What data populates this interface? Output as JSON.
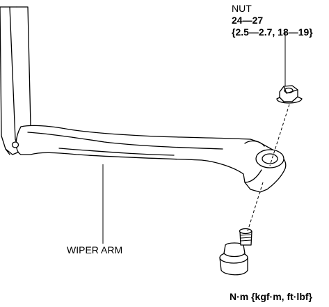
{
  "nut": {
    "label": "NUT",
    "torque_nm": "24—27",
    "torque_other": "{2.5—2.7, 18—19}"
  },
  "wiper_arm": {
    "label": "WIPER ARM"
  },
  "units_legend": "N·m {kgf·m, ft·lbf}"
}
